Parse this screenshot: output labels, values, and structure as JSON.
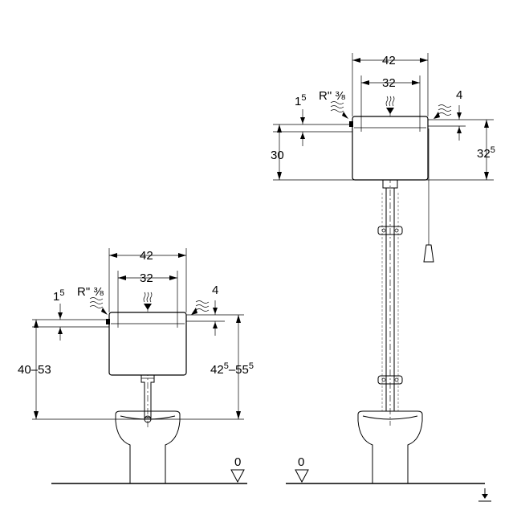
{
  "low_level": {
    "width_outer": "42",
    "width_inner": "32",
    "inlet_offset_base": "1",
    "inlet_offset_sup": "5",
    "thread": "R\" ⅜",
    "top_offset": "4",
    "height_range": "40–53",
    "total_range_a": "42",
    "total_range_a_sup": "5",
    "total_range_sep": "–55",
    "total_range_b_sup": "5",
    "floor_level": "0"
  },
  "high_level": {
    "width_outer": "42",
    "width_inner": "32",
    "inlet_offset_base": "1",
    "inlet_offset_sup": "5",
    "thread": "R\" ⅜",
    "top_offset": "4",
    "tank_height": "30",
    "total_height": "32",
    "total_height_sup": "5",
    "floor_level": "0"
  },
  "icons": [
    "water-inlet-icon",
    "flow-down-icon",
    "floor-level-icon",
    "toilet-bowl-icon",
    "pull-handle-icon"
  ]
}
